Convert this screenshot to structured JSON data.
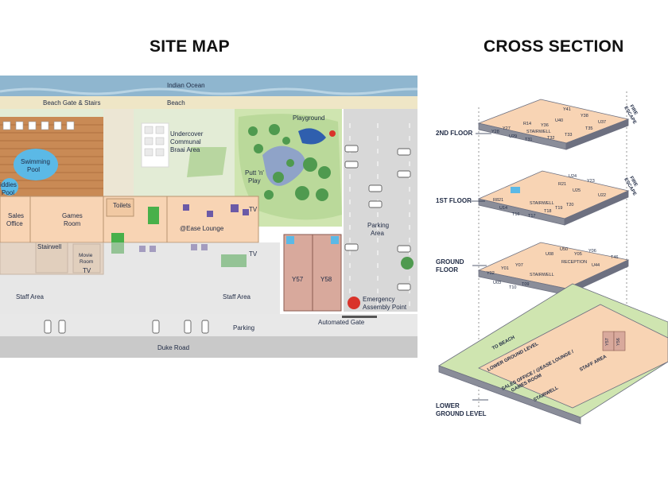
{
  "titles": {
    "site_map": "SITE MAP",
    "cross_section": "CROSS SECTION"
  },
  "site_map": {
    "indian_ocean": "Indian Ocean",
    "beach_gate": "Beach Gate & Stairs",
    "beach": "Beach",
    "playground": "Playground",
    "braai_1": "Undercover",
    "braai_2": "Communal",
    "braai_3": "Braai Area",
    "pool_1": "Swimming",
    "pool_2": "Pool",
    "kiddies_pool_1": "iddies",
    "kiddies_pool_2": "Pool",
    "putt_1": "Putt 'n'",
    "putt_2": "Play",
    "sales_1": "Sales",
    "sales_2": "Office",
    "games_1": "Games",
    "games_2": "Room",
    "toilets": "Toilets",
    "lounge": "@Ease Lounge",
    "tv": "TV",
    "stairwell": "Stairwell",
    "movie_1": "Movie",
    "movie_2": "Room",
    "parking_area_1": "Parking",
    "parking_area_2": "Area",
    "y57": "Y57",
    "y58": "Y58",
    "staff_area": "Staff Area",
    "emergency_1": "Emergency",
    "emergency_2": "Assembly Point",
    "parking": "Parking",
    "automated_gate": "Automated Gate",
    "duke_road": "Duke Road"
  },
  "cross_section": {
    "floor_2": "2ND FLOOR",
    "floor_1": "1ST FLOOR",
    "ground_1": "GROUND",
    "ground_2": "FLOOR",
    "lower_1": "LOWER",
    "lower_2": "GROUND LEVEL",
    "fire_escape_1": "FIRE",
    "fire_escape_2": "ESCAPE",
    "stairwell": "STAIRWELL",
    "reception": "RECEPTION",
    "to_beach": "TO BEACH",
    "lower_ground_level": "LOWER GROUND LEVEL",
    "sales_line": "SALES OFFICE / @EASE LOUNGE /",
    "games_line": "GAMES ROOM",
    "staff_area": "STAFF AREA",
    "second_floor_units": [
      "Y41",
      "Y38",
      "U40",
      "U37",
      "R14",
      "Y36",
      "T35",
      "Y27",
      "U29",
      "T33",
      "Y28",
      "T31",
      "T32"
    ],
    "first_floor_units": [
      "U24",
      "Y23",
      "R21",
      "R821",
      "U25",
      "U22",
      "U14",
      "T16",
      "T17",
      "T18",
      "T20",
      "T19"
    ],
    "ground_floor_units": [
      "Y06",
      "Y05",
      "U08",
      "U50",
      "U44",
      "T46",
      "Y01",
      "Y07",
      "Y02",
      "U03",
      "T10",
      "T09"
    ],
    "lower_units": [
      "Y57",
      "Y56"
    ]
  },
  "colors": {
    "building": "#f8d4b4",
    "grass": "#cfe5b0",
    "ocean": "#8fb6cf",
    "sand": "#efe6c6",
    "road": "#c9c9c9",
    "deck": "#c98a55",
    "pool": "#5bb9e6",
    "navy": "#1f2a44"
  }
}
